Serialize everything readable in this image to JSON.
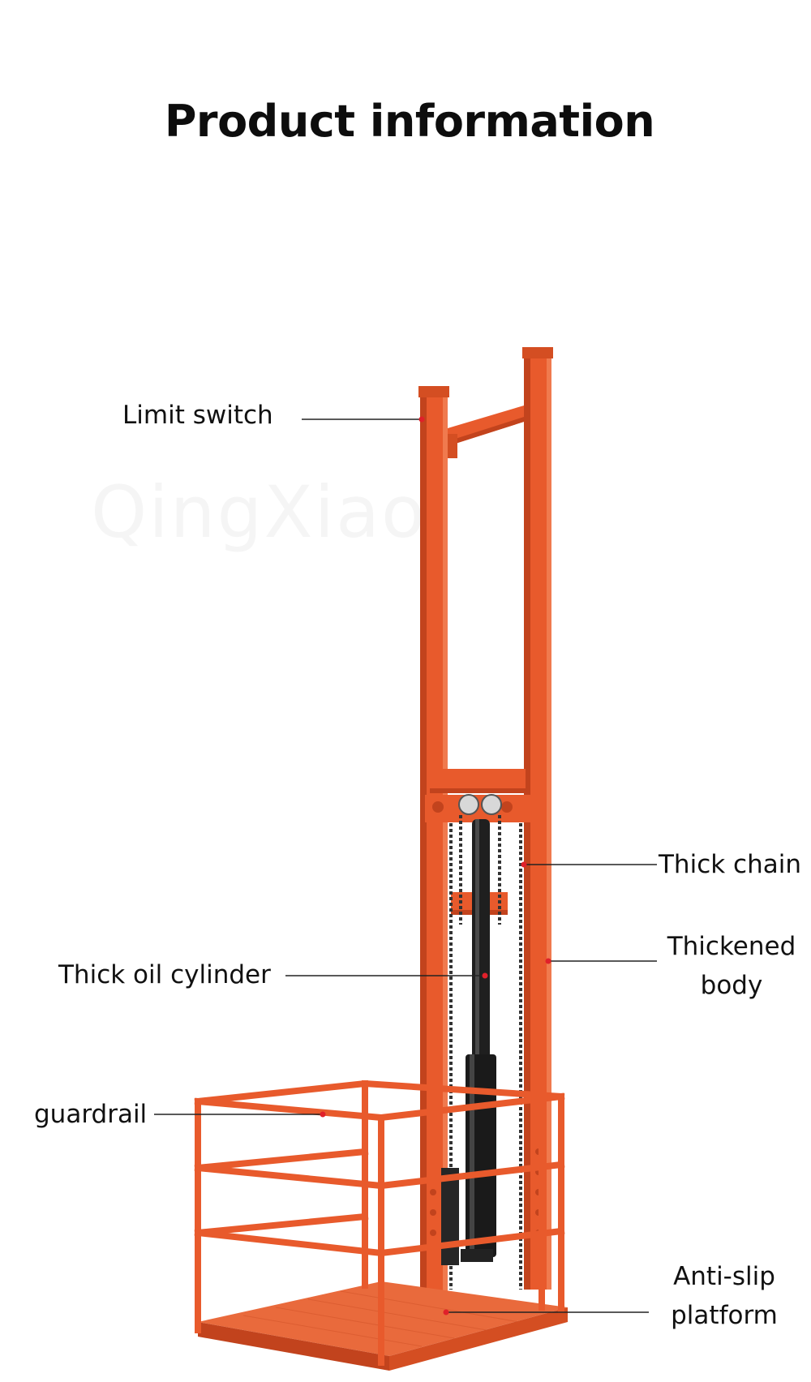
{
  "title": "Product information",
  "watermark": "QingXiao",
  "colors": {
    "frame": "#e85a2c",
    "frame_dark": "#c2431d",
    "cylinder": "#1f1f1f",
    "leader_line": "#222222",
    "leader_dot": "#e0202a"
  },
  "labels": {
    "limit_switch": "Limit switch",
    "thick_chain": "Thick chain",
    "thick_oil_cylinder": "Thick oil cylinder",
    "thickened_body_line1": "Thickened",
    "thickened_body_line2": "body",
    "guardrail": "guardrail",
    "anti_slip_line1": "Anti-slip",
    "anti_slip_line2": "platform"
  }
}
